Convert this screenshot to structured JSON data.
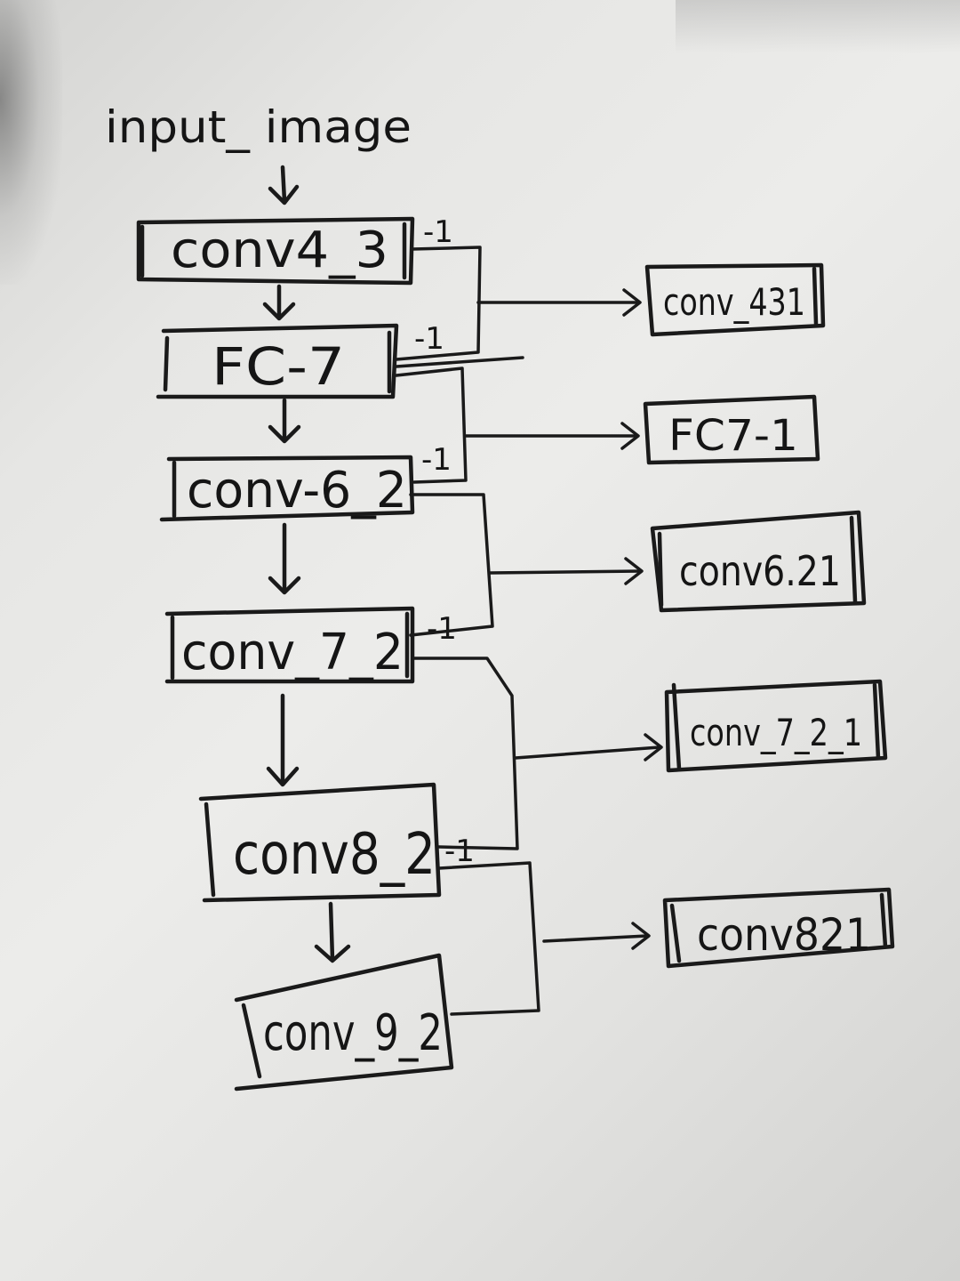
{
  "diagram": {
    "input_label": "input_ image",
    "left_nodes": [
      {
        "id": "conv4_3",
        "label": "conv4_3",
        "edge_label": "-1"
      },
      {
        "id": "fc_7",
        "label": "FC-7",
        "edge_label": "-1"
      },
      {
        "id": "conv_6_2",
        "label": "conv-6_2",
        "edge_label": "-1"
      },
      {
        "id": "conv_7_2",
        "label": "conv_7_2",
        "edge_label": "-1"
      },
      {
        "id": "conv8_2",
        "label": "conv8_2",
        "edge_label": "-1"
      },
      {
        "id": "conv9_2",
        "label": "conv_9_2",
        "edge_label": ""
      }
    ],
    "right_nodes": [
      {
        "id": "conv431",
        "label": "conv_431"
      },
      {
        "id": "fc7_1",
        "label": "FC7-1"
      },
      {
        "id": "conv6_21",
        "label": "conv6.21"
      },
      {
        "id": "conv_7_2_1",
        "label": "conv_7_2_1"
      },
      {
        "id": "conv821",
        "label": "conv821"
      }
    ],
    "ink_color": "#1a1a1a",
    "paper_color": "#e8e8e6"
  }
}
